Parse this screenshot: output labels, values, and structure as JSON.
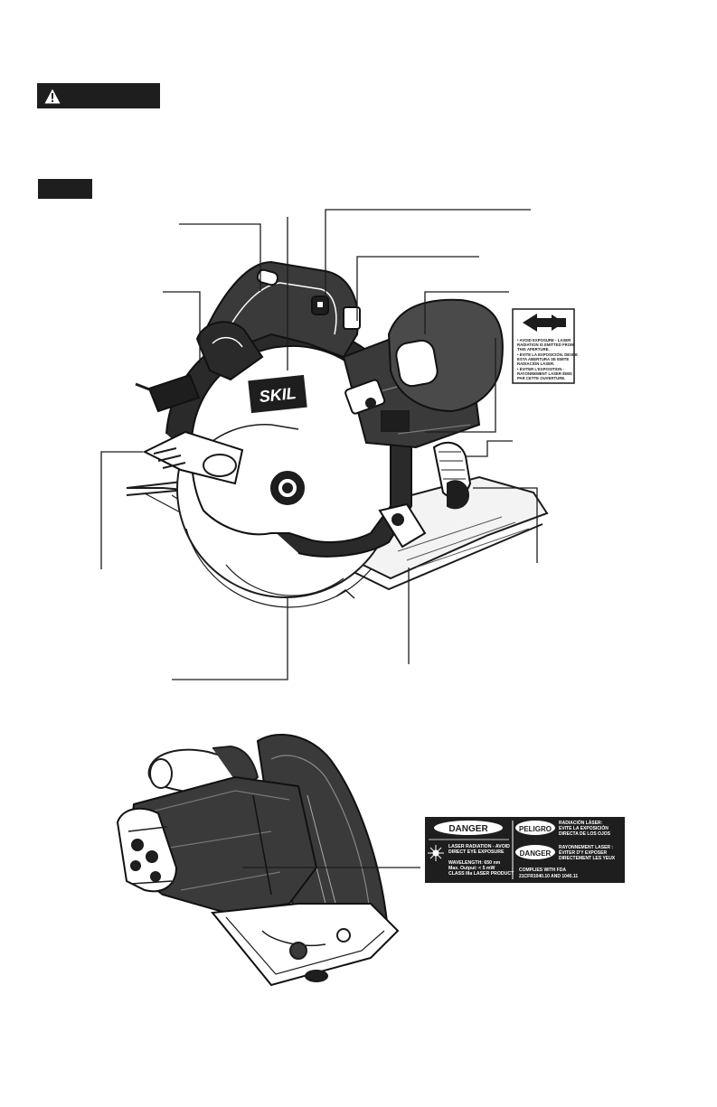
{
  "warning": {
    "icon": "warning-triangle-icon"
  },
  "brand": {
    "logo_text": "SKIL"
  },
  "laser_label": {
    "lines": [
      "• AVOID EXPOSURE - LASER",
      "  RADIATION IS EMITTED FROM",
      "  THIS APERTURE.",
      "• EVITE LA EXPOSICIÓN. DESDE",
      "  ESTA ABERTURA SE EMITE",
      "  RADIACIÓN LÁSER.",
      "• ÉVITER L'EXPOSITION -",
      "  RAYONNEMENT LASER ÉMIS",
      "  PAR CETTE OUVERTURE."
    ]
  },
  "danger_label": {
    "danger_title": "DANGER",
    "radiation_line1": "LASER RADIATION - AVOID",
    "radiation_line2": "DIRECT EYE EXPOSURE",
    "spec_line1": "WAVELENGTH: 650 nm",
    "spec_line2": "Max. Output: < 5 mW",
    "spec_line3": "CLASS IIIa LASER PRODUCT",
    "peligro_title": "PELIGRO",
    "peligro_line1": "RADIACIÓN LÁSER:",
    "peligro_line2": "EVITE LA EXPOSICIÓN",
    "peligro_line3": "DIRECTA DE LOS OJOS",
    "danger_fr_title": "DANGER",
    "fr_line1": "RAYONNEMENT LASER :",
    "fr_line2": "ÉVITER D'Y EXPOSER",
    "fr_line3": "DIRECTEMENT LES YEUX",
    "fda_line1": "COMPLIES WITH FDA",
    "fda_line2": "21CFR1040.10 AND 1040.11"
  }
}
